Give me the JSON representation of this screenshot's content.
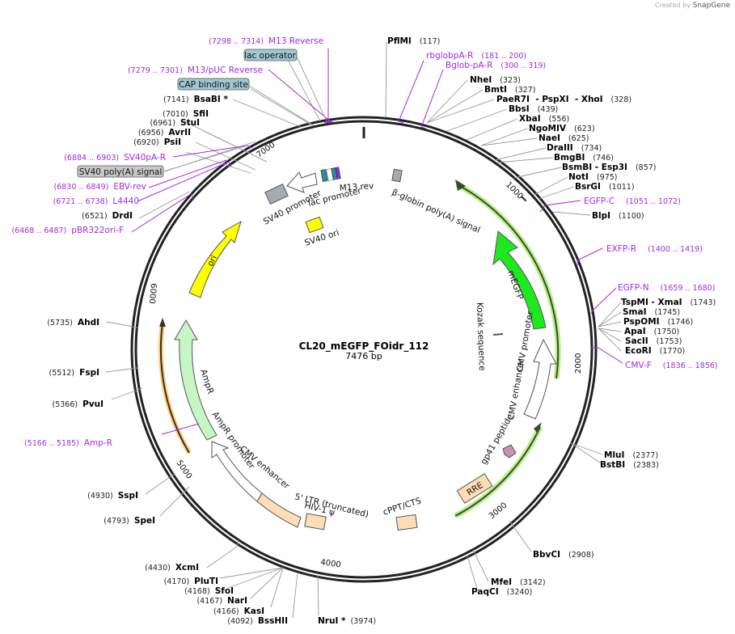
{
  "credit": {
    "prefix": "Created by",
    "brand": "SnapGene"
  },
  "plasmid": {
    "name": "CL20_mEGFP_FOidr_112",
    "length": "7476 bp"
  },
  "ticks": [
    "1000",
    "2000",
    "3000",
    "4000",
    "5000",
    "6000",
    "7000"
  ],
  "enzymes": [
    {
      "name": "PflMI",
      "pos": "(117)"
    },
    {
      "name": "NheI",
      "pos": "(323)"
    },
    {
      "name": "BmtI",
      "pos": "(327)"
    },
    {
      "name": "PaeR7I  - PspXI  - XhoI",
      "pos": "(328)"
    },
    {
      "name": "BbsI",
      "pos": "(439)"
    },
    {
      "name": "XbaI",
      "pos": "(556)"
    },
    {
      "name": "NgoMIV",
      "pos": "(623)"
    },
    {
      "name": "NaeI",
      "pos": "(625)"
    },
    {
      "name": "DraIII",
      "pos": "(734)"
    },
    {
      "name": "BmgBI",
      "pos": "(746)"
    },
    {
      "name": "BsmBI  - Esp3I",
      "pos": "(857)"
    },
    {
      "name": "NotI",
      "pos": "(975)"
    },
    {
      "name": "BsrGI",
      "pos": "(1011)"
    },
    {
      "name": "BlpI",
      "pos": "(1100)"
    },
    {
      "name": "TspMI  - XmaI",
      "pos": "(1743)"
    },
    {
      "name": "SmaI",
      "pos": "(1745)"
    },
    {
      "name": "PspOMI",
      "pos": "(1746)"
    },
    {
      "name": "ApaI",
      "pos": "(1750)"
    },
    {
      "name": "SacII",
      "pos": "(1753)"
    },
    {
      "name": "EcoRI",
      "pos": "(1770)"
    },
    {
      "name": "MluI",
      "pos": "(2377)"
    },
    {
      "name": "BstBI",
      "pos": "(2383)"
    },
    {
      "name": "BbvCI",
      "pos": "(2908)"
    },
    {
      "name": "MfeI",
      "pos": "(3142)"
    },
    {
      "name": "PaqCI",
      "pos": "(3240)"
    },
    {
      "name": "NruI *",
      "pos": "(3974)"
    },
    {
      "name": "BssHII",
      "pos": "(4092)"
    },
    {
      "name": "KasI",
      "pos": "(4166)"
    },
    {
      "name": "NarI",
      "pos": "(4167)"
    },
    {
      "name": "SfoI",
      "pos": "(4168)"
    },
    {
      "name": "PluTI",
      "pos": "(4170)"
    },
    {
      "name": "XcmI",
      "pos": "(4430)"
    },
    {
      "name": "SpeI",
      "pos": "(4793)"
    },
    {
      "name": "SspI",
      "pos": "(4930)"
    },
    {
      "name": "PvuI",
      "pos": "(5366)"
    },
    {
      "name": "FspI",
      "pos": "(5512)"
    },
    {
      "name": "AhdI",
      "pos": "(5735)"
    },
    {
      "name": "DrdI",
      "pos": "(6521)"
    },
    {
      "name": "PsiI",
      "pos": "(6920)"
    },
    {
      "name": "AvrII",
      "pos": "(6956)"
    },
    {
      "name": "StuI",
      "pos": "(6961)"
    },
    {
      "name": "SfiI",
      "pos": "(7010)"
    },
    {
      "name": "BsaBI *",
      "pos": "(7141)"
    }
  ],
  "primers": [
    {
      "name": "rbglobpA-R",
      "pos": "(181 .. 200)"
    },
    {
      "name": "Bglob-pA-R",
      "pos": "(300 .. 319)"
    },
    {
      "name": "EGFP-C",
      "pos": "(1051 .. 1072)"
    },
    {
      "name": "EXFP-R",
      "pos": "(1400 .. 1419)"
    },
    {
      "name": "EGFP-N",
      "pos": "(1659 .. 1680)"
    },
    {
      "name": "CMV-F",
      "pos": "(1836 .. 1856)"
    },
    {
      "name": "Amp-R",
      "pos": "(5166 .. 5185)"
    },
    {
      "name": "pBR322ori-F",
      "pos": "(6468 .. 6487)"
    },
    {
      "name": "L4440",
      "pos": "(6721 .. 6738)"
    },
    {
      "name": "EBV-rev",
      "pos": "(6830 .. 6849)"
    },
    {
      "name": "SV40pA-R",
      "pos": "(6884 .. 6903)"
    },
    {
      "name": "M13/pUC Reverse",
      "pos": "(7279 .. 7301)"
    },
    {
      "name": "M13 Reverse",
      "pos": "(7298 .. 7314)"
    }
  ],
  "boxed_features": [
    {
      "name": "lac operator",
      "color": "#9fc7d3"
    },
    {
      "name": "CAP binding site",
      "color": "#9fc7d3"
    },
    {
      "name": "SV40 poly(A) signal",
      "color": "#c8c8c8"
    }
  ],
  "features": {
    "bglobin": "β-globin poly(A) signal",
    "megfp": "mEGFP",
    "kozak": "Kozak sequence",
    "cmv_promoter": "CMV promoter",
    "cmv_enhancer": "CMV enhancer",
    "gp41": "gp41 peptide",
    "rre": "RRE",
    "cppt": "cPPT/CTS",
    "hiv_psi": "HIV-1 ψ",
    "ltr5": "5' LTR (truncated)",
    "cmv_enhancer2": "CMV enhancer",
    "ampr_promoter": "AmpR promoter",
    "ampr": "AmpR",
    "ori": "ori",
    "sv40_ori": "SV40 ori",
    "sv40_promoter": "SV40 promoter",
    "lac_promoter": "lac promoter",
    "m13_rev": "M13 rev"
  },
  "colors": {
    "primer": "#a12be0",
    "megfp": "#1ee81e",
    "ori": "#ffff00",
    "ampr": "#c6f5c6",
    "beige": "#fddcb8",
    "orf_glow": "#b8f08a",
    "amp_glow": "#ffcc7a",
    "gray_feature": "#a6abb3"
  }
}
